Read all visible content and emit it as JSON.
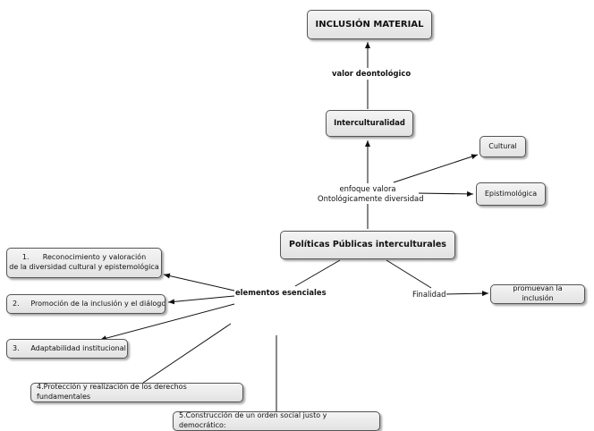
{
  "diagram": {
    "nodes": {
      "inclusion_material": "INCLUSIÓN MATERIAL",
      "interculturalidad": "Interculturalidad",
      "cultural": "Cultural",
      "epistemologica": "Epistimológica",
      "politicas": "Políticas Públicas interculturales",
      "promuevan": "promuevan la inclusión",
      "elem1": "1.      Reconocimiento y valoración\nde la diversidad cultural y epistemológica",
      "elem2": "2.     Promoción de la inclusión y el diálogo",
      "elem3": "3.     Adaptabilidad institucional",
      "elem4": "4.Protección y realización de los derechos fundamentales",
      "elem5": "5.Construcción de un orden social justo y democrático:"
    },
    "linking_phrases": {
      "valor": "valor deontológico",
      "enfoque": "enfoque valora\nOntológicamente diversidad",
      "elementos": "elementos esenciales",
      "finalidad": "Finalidad"
    }
  }
}
